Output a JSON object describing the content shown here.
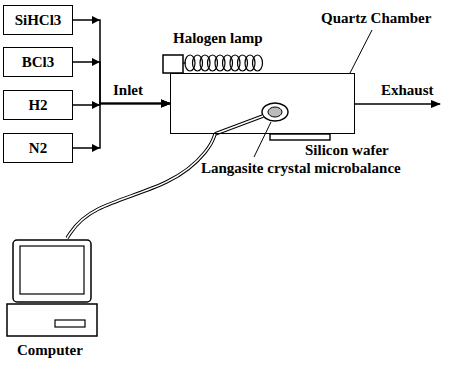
{
  "diagram": {
    "nodes": [
      {
        "text": [
          "SiHCl3"
        ]
      },
      {
        "text": [
          "BCl3"
        ]
      },
      {
        "text": [
          "H2"
        ]
      },
      {
        "text": [
          "N2"
        ]
      },
      {
        "text": [
          "Quartz Chamber"
        ]
      },
      {
        "text": [
          "Computer"
        ]
      }
    ],
    "edges": [
      {
        "from": 0,
        "to": 4,
        "arrow": "to"
      },
      {
        "from": 1,
        "to": 4,
        "arrow": "to"
      },
      {
        "from": 2,
        "to": 4,
        "arrow": "to"
      },
      {
        "from": 3,
        "to": 4,
        "arrow": "to"
      },
      {
        "from": 5,
        "to": 4,
        "arrow": "none"
      }
    ],
    "labels": [
      "Halogen lamp",
      "Inlet",
      "Exhaust",
      "Silicon wafer",
      "Langasite crystal microbalance"
    ]
  }
}
